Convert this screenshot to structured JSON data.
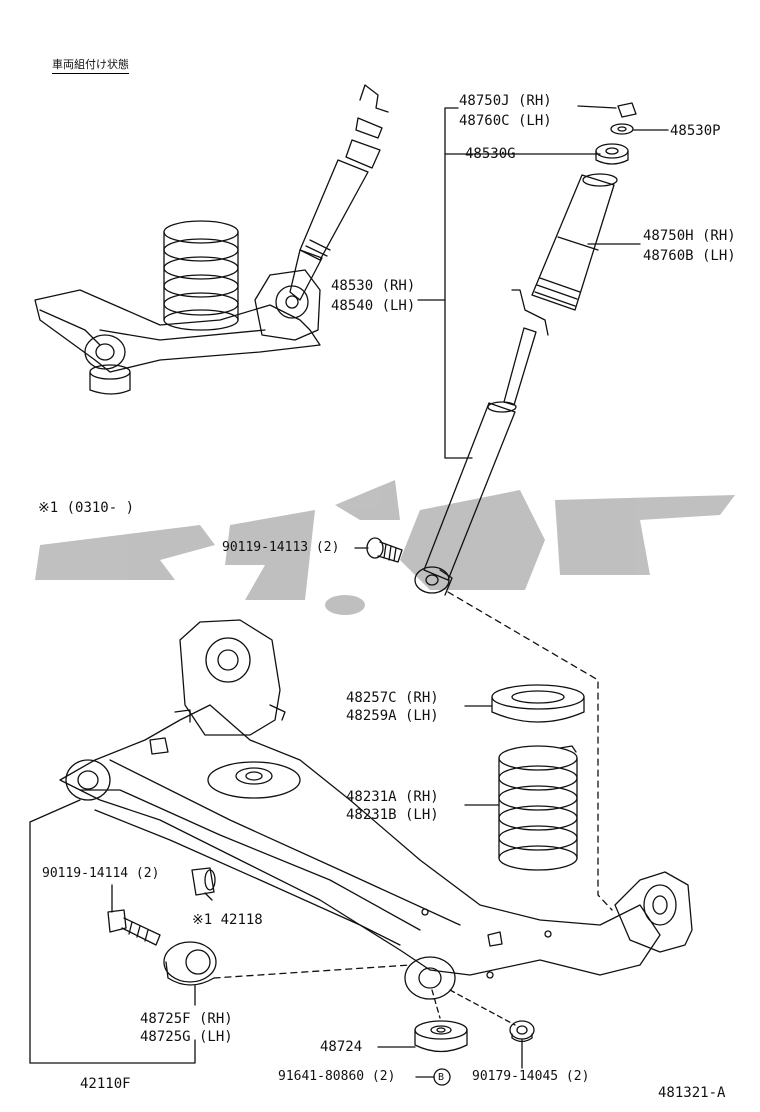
{
  "header": {
    "title": "車両組付け状態",
    "note": "※1 (0310-    )",
    "diagram_code": "481321-A"
  },
  "parts": {
    "p48750J": "48750J (RH)",
    "p48760C": "48760C (LH)",
    "p48530P": "48530P",
    "p48530G": "48530G",
    "p48750H": "48750H (RH)",
    "p48760B": "48760B (LH)",
    "p48530": "48530 (RH)",
    "p48540": "48540 (LH)",
    "p90119_14113": "90119-14113 (2)",
    "p48257C": "48257C (RH)",
    "p48259A": "48259A (LH)",
    "p48231A": "48231A (RH)",
    "p48231B": "48231B (LH)",
    "p90119_14114": "90119-14114 (2)",
    "p42118": "※1 42118",
    "p48725F": "48725F (RH)",
    "p48725G": "48725G (LH)",
    "p48724": "48724",
    "p91641": "91641-80860 (2)",
    "p91641_ref": "B",
    "p90179": "90179-14045 (2)",
    "p42110F": "42110F"
  },
  "colors": {
    "line": "#111111",
    "watermark": "#b9b9b9"
  }
}
